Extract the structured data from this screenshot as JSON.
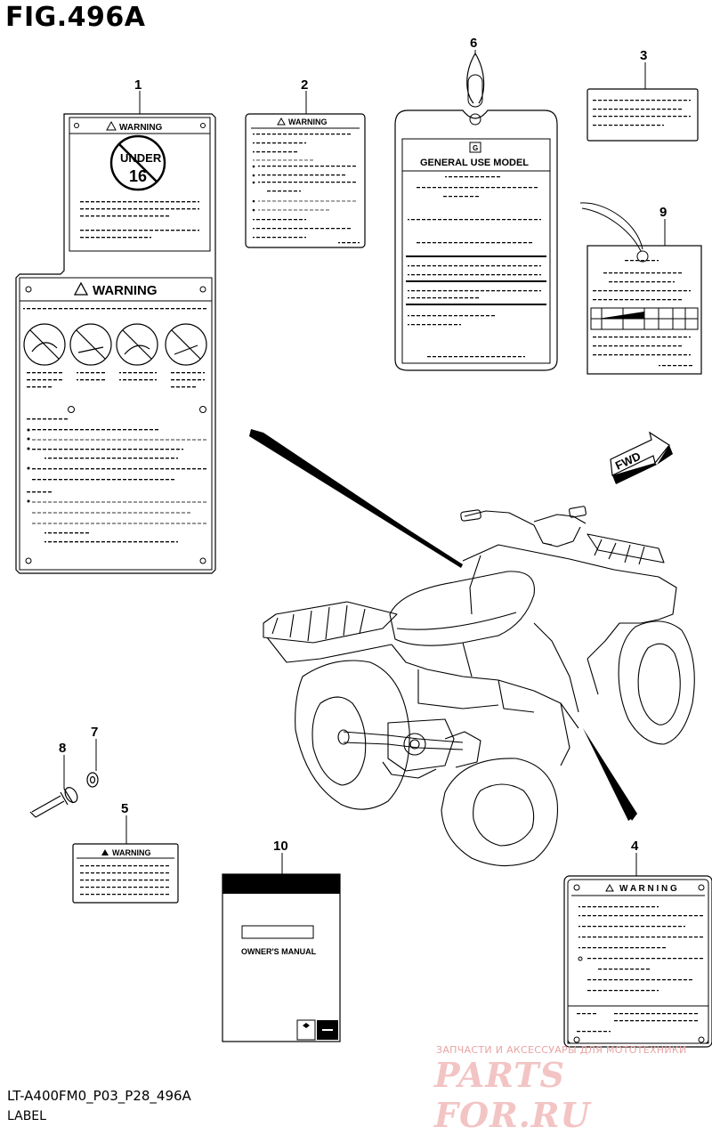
{
  "figure": {
    "title": "FIG.496A",
    "model_code": "LT-A400FM0_P03_P28_496A",
    "section_name": "LABEL"
  },
  "callouts": [
    "1",
    "2",
    "3",
    "4",
    "5",
    "6",
    "7",
    "8",
    "9",
    "10"
  ],
  "labels": {
    "warning_text": "WARNING",
    "warning_spaced": "W A R N I N G",
    "under_text": "UNDER",
    "age_text": "16",
    "general_use": "GENERAL USE MODEL",
    "owners_manual": "OWNER'S MANUAL",
    "fwd": "FWD"
  },
  "watermark": {
    "subtitle": "ЗАПЧАСТИ И АКСЕССУАРЫ ДЛЯ МОТОТЕХНИКИ",
    "brand": "PARTS FOR.RU"
  },
  "colors": {
    "line": "#000000",
    "atv_line": "#000000",
    "watermark": "#f3c4c4"
  }
}
